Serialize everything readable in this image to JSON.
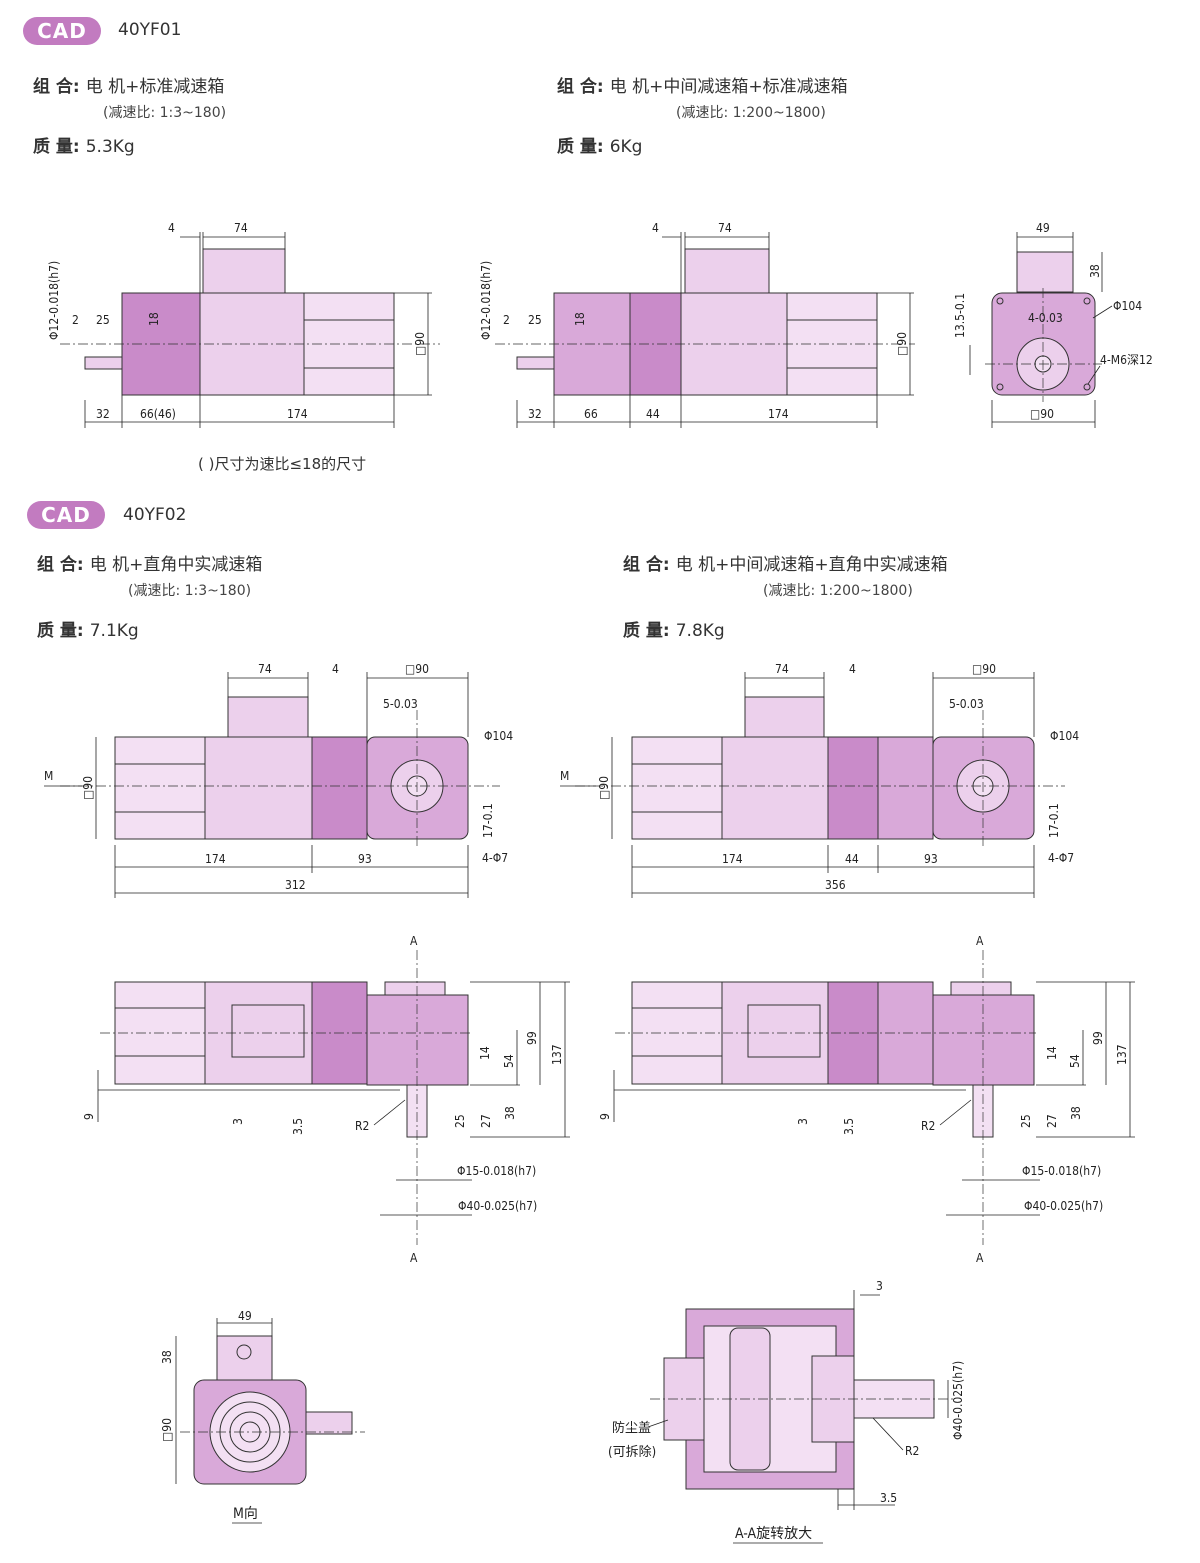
{
  "badge": "CAD",
  "section1": {
    "model": "40YF01",
    "left": {
      "combo_label": "组 合:",
      "combo_value": "电 机+标准减速箱",
      "ratio": "(减速比: 1:3~180)",
      "mass_label": "质 量:",
      "mass_value": "5.3Kg"
    },
    "right": {
      "combo_label": "组 合:",
      "combo_value": "电 机+中间减速箱+标准减速箱",
      "ratio": "(减速比: 1:200~1800)",
      "mass_label": "质 量:",
      "mass_value": "6Kg"
    },
    "note": "( )尺寸为速比≤18的尺寸",
    "dims_a": {
      "d4": "4",
      "d74": "74",
      "shaft": "Φ12-0.018(h7)",
      "d2": "2",
      "d25": "25",
      "d18": "18",
      "sq": "□90",
      "d32": "32",
      "d66": "66(46)",
      "d174": "174"
    },
    "dims_b": {
      "d4": "4",
      "d74": "74",
      "shaft": "Φ12-0.018(h7)",
      "d2": "2",
      "d25": "25",
      "d18": "18",
      "sq": "□90",
      "d32": "32",
      "d66": "66",
      "d44": "44",
      "d174": "174"
    },
    "dims_c": {
      "d49": "49",
      "d38": "38",
      "d104": "Φ104",
      "d135": "13.5-0.1",
      "key": "4-0.03",
      "holes": "4-M6深12",
      "sq": "□90"
    }
  },
  "section2": {
    "model": "40YF02",
    "left": {
      "combo_label": "组 合:",
      "combo_value": "电 机+直角中实减速箱",
      "ratio": "(减速比: 1:3~180)",
      "mass_label": "质 量:",
      "mass_value": "7.1Kg"
    },
    "right": {
      "combo_label": "组 合:",
      "combo_value": "电 机+中间减速箱+直角中实减速箱",
      "ratio": "(减速比: 1:200~1800)",
      "mass_label": "质 量:",
      "mass_value": "7.8Kg"
    },
    "dims_top_left": {
      "d74": "74",
      "d4": "4",
      "sq_top": "□90",
      "key": "5-0.03",
      "d104": "Φ104",
      "m": "M",
      "sq": "□90",
      "d17": "17-0.1",
      "holes": "4-Φ7",
      "d174": "174",
      "d93": "93",
      "d312": "312"
    },
    "dims_top_right": {
      "d74": "74",
      "d4": "4",
      "sq_top": "□90",
      "key": "5-0.03",
      "d104": "Φ104",
      "m": "M",
      "sq": "□90",
      "d17": "17-0.1",
      "holes": "4-Φ7",
      "d174": "174",
      "d44": "44",
      "d93": "93",
      "d356": "356"
    },
    "dims_side": {
      "a": "A",
      "d14": "14",
      "d54": "54",
      "d99": "99",
      "d137": "137",
      "d9": "9",
      "d3": "3",
      "d35": "3.5",
      "r2": "R2",
      "d25": "25",
      "d27": "27",
      "d38": "38",
      "d15": "Φ15-0.018(h7)",
      "d40": "Φ40-0.025(h7)"
    },
    "dims_m": {
      "d49": "49",
      "d38": "38",
      "sq": "□90",
      "caption": "M向"
    },
    "dims_aa": {
      "d3": "3",
      "d40": "Φ40-0.025(h7)",
      "dust1": "防尘盖",
      "dust2": "(可拆除)",
      "r2": "R2",
      "d35": "3.5",
      "caption": "A-A旋转放大"
    }
  }
}
